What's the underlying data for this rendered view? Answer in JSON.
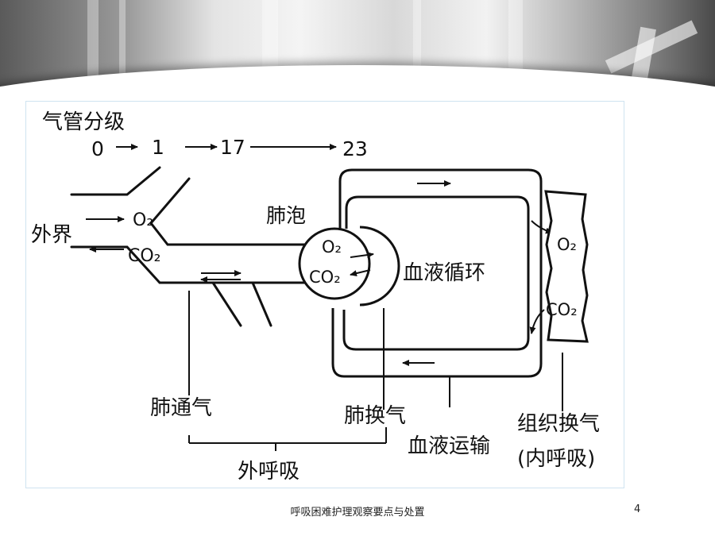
{
  "diagram": {
    "bronchial_generations_title": "气管分级",
    "generation_numbers": [
      "0",
      "1",
      "17",
      "23"
    ],
    "external_environment": "外界",
    "alveolus": "肺泡",
    "oxygen": "O₂",
    "carbon_dioxide": "CO₂",
    "blood_circulation": "血液循环",
    "pulmonary_ventilation": "肺通气",
    "pulmonary_gas_exchange": "肺换气",
    "blood_transport": "血液运输",
    "tissue_gas_exchange": "组织换气",
    "internal_respiration": "(内呼吸)",
    "external_respiration": "外呼吸"
  },
  "footer": {
    "title": "呼吸困难护理观察要点与处置",
    "page_number": "4"
  },
  "colors": {
    "ink": "#111111",
    "frame_border": "#cfe3f0"
  }
}
